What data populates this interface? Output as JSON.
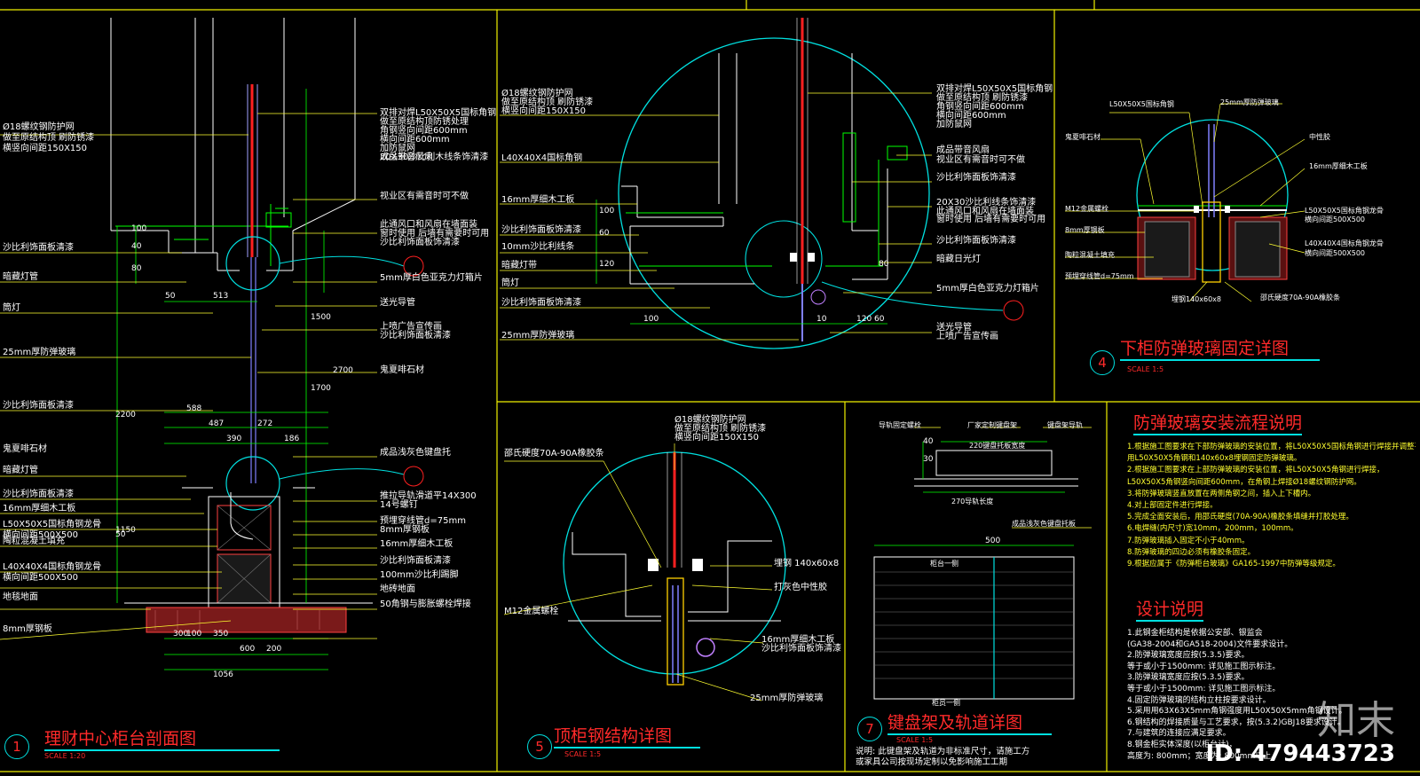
{
  "frame_color": "#ffff00",
  "accent_color": "#00e0e0",
  "title_color": "#ff2a2a",
  "panels": {
    "p1": {
      "number": "1",
      "title": "理财中心柜台剖面图",
      "scale": "SCALE  1:20",
      "labels_left": [
        "Ø18螺纹钢防护网",
        "做至原结构顶 刷防锈漆",
        "横竖向间距150X150",
        "沙比利饰面板清漆",
        "暗藏灯管",
        "筒灯",
        "25mm厚防弹玻璃",
        "沙比利饰面板清漆",
        "鬼夏啡石材",
        "暗藏灯管",
        "沙比利饰面板清漆",
        "16mm厚细木工板",
        "L50X50X5国标角钢龙骨",
        "横向间距500X500",
        "陶粒混凝土填充",
        "L40X40X4国标角钢龙骨",
        "横向间距500X500",
        "地毯地面",
        "8mm厚钢板"
      ],
      "labels_right": [
        "双排对焊L50X50X5国标角钢",
        "做至原结构顶防锈处理",
        "角钢竖向间距600mm",
        "横向间距600mm",
        "加防鼠网",
        "成品带音风扇",
        "视业区有需音时可不做",
        "20X30沙比利木线条饰清漆",
        "此通风口和风扇在墙面装",
        "窗时使用 后墙有需要时可用",
        "沙比利饰面板饰清漆",
        "5mm厚白色亚克力灯箱片",
        "送光导管",
        "上喷广告宣传画",
        "沙比利饰面板清漆",
        "鬼夏啡石材",
        "成品浅灰色键盘托",
        "推拉导轨滑道平14X300",
        "14号螺钉",
        "预埋穿线管d=75mm",
        "8mm厚钢板",
        "16mm厚细木工板",
        "沙比利饰面板清漆",
        "100mm沙比利踢脚",
        "地砖地面",
        "50角钢与膨胀螺栓焊接"
      ],
      "dims": [
        "50",
        "513",
        "80",
        "40",
        "100",
        "2200",
        "1500",
        "1700",
        "2700",
        "1150",
        "50",
        "588",
        "487",
        "390",
        "272",
        "186",
        "1056",
        "300",
        "100",
        "350",
        "600",
        "200"
      ]
    },
    "p4": {
      "number": "4",
      "title": "下柜防弹玻璃固定详图",
      "scale": "SCALE  1:5",
      "labels": [
        "L50X50X5国标角钢",
        "鬼夏啡石材",
        "M12金属螺栓",
        "8mm厚钢板",
        "陶粒混凝土填充",
        "预埋穿线管d=75mm",
        "25mm厚防弹玻璃",
        "中性胶",
        "16mm厚细木工板",
        "L50X50X5国标角钢龙骨",
        "横向间距500X500",
        "L40X40X4国标角钢龙骨",
        "横向间距500X500",
        "邵氏硬度70A-90A橡胶条",
        "埋钢140x60x8"
      ]
    },
    "p_top": {
      "labels_left": [
        "Ø18螺纹钢防护网",
        "做至原结构顶 刷防锈漆",
        "横竖向间距150X150",
        "L40X40X4国标角钢",
        "16mm厚细木工板",
        "沙比利饰面板饰清漆",
        "10mm沙比利线条",
        "暗藏灯带",
        "筒灯",
        "沙比利饰面板饰清漆",
        "25mm厚防弹玻璃"
      ],
      "labels_right": [
        "双排对焊L50X50X5国标角钢",
        "做至原结构顶 刷防锈漆",
        "角钢竖向间距600mm",
        "横向间距600mm",
        "加防鼠网",
        "成品带音风扇",
        "视业区有需音时可不做",
        "沙比利饰面板饰清漆",
        "20X30沙比利线条饰清漆",
        "此通风口和风扇在墙面装",
        "窗时使用 后墙有需要时可用",
        "沙比利饰面板饰清漆",
        "暗藏日光灯",
        "5mm厚白色亚克力灯箱片",
        "送光导管",
        "上喷广告宣传画"
      ],
      "dims": [
        "100",
        "120",
        "60",
        "100",
        "10",
        "120",
        "60",
        "80"
      ]
    },
    "p5": {
      "number": "5",
      "title": "顶柜钢结构详图",
      "scale": "SCALE  1:5",
      "labels": [
        "Ø18螺纹钢防护网",
        "做至原结构顶 刷防锈漆",
        "横竖向间距150X150",
        "邵氏硬度70A-90A橡胶条",
        "埋钢 140x60x8",
        "打灰色中性胶",
        "M12金属螺栓",
        "16mm厚细木工板",
        "沙比利饰面板饰清漆",
        "25mm厚防弹玻璃"
      ]
    },
    "p7": {
      "number": "7",
      "title": "键盘架及轨道详图",
      "scale": "SCALE  1:5",
      "labels": [
        "导轨固定螺栓",
        "厂家定制键盘架",
        "键盘架导轨",
        "成品浅灰色键盘托板",
        "220键盘托板宽度",
        "270导轨长度",
        "柜台一侧",
        "柜员一侧"
      ],
      "dims": [
        "40",
        "30",
        "500"
      ],
      "note_lines": [
        "说明: 此键盘架及轨道为非标准尺寸，请施工方",
        "或家具公司按现场定制以免影响施工工期"
      ]
    },
    "install": {
      "title": "防弹玻璃安装流程说明",
      "items": [
        "1.根据施工图要求在下部防弹玻璃的安装位置，将L50X50X5国标角钢进行焊接并调整平整水平，",
        "  用L50X50X5角钢和140x60x8埋钢固定防弹玻璃。",
        "2.根据施工图要求在上部防弹玻璃的安装位置，将L50X50X5角钢进行焊接，",
        "  L50X50X5角钢竖向间距600mm，在角钢上焊接Ø18螺纹钢防护网。",
        "3.将防弹玻璃竖直放置在两侧角钢之间，插入上下槽内。",
        "4.对上部固定件进行焊接。",
        "5.完成全面安装后，用邵氏硬度(70A-90A)橡胶条填缝并打胶处理。",
        "6.电焊缝(内尺寸)宽10mm，200mm，100mm。",
        "7.防弹玻璃插入固定不小于40mm。",
        "8.防弹玻璃的四边必须有橡胶条固定。",
        "9.根据应属于《防弹柜台玻璃》GA165-1997中防弹等级规定。"
      ]
    },
    "design": {
      "title": "设计说明",
      "items": [
        "1.此钢金柜结构是依据公安部、银监会",
        "  (GA38-2004和GA518-2004)文件要求设计。",
        "2.防弹玻璃宽度应按(5.3.5)要求。",
        "  等于或小于1500mm: 详见施工图示标注。",
        "3.防弹玻璃宽度应按(5.3.5)要求。",
        "  等于或小于1500mm: 详见施工图示标注。",
        "4.固定防弹玻璃的结构立柱按要求设计。",
        "5.采用用63X63X5mm角钢强度用L50X50X5mm角钢设计。",
        "6.钢结构的焊接质量与工艺要求，按(5.3.2)GBJ18要求设计。",
        "7.与建筑的连接应满足要求。",
        "8.钢金柜实体深度(以柜台计)，",
        "  高度为: 800mm；宽度为: 800mm以上。"
      ]
    }
  },
  "watermark": {
    "logo": "知末",
    "id": "ID: 479443723"
  }
}
